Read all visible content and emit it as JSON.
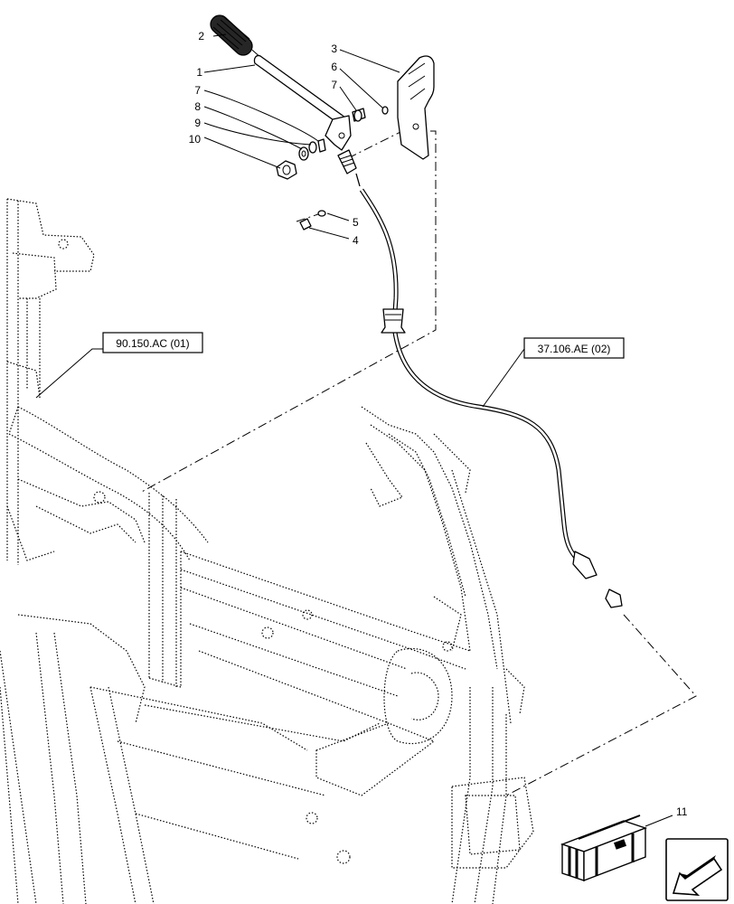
{
  "callouts": [
    "2",
    "1",
    "7",
    "8",
    "9",
    "10",
    "3",
    "6",
    "7",
    "5",
    "4",
    "11"
  ],
  "references": {
    "left": "90.150.AC (01)",
    "right": "37.106.AE (02)"
  },
  "icons": {
    "kit_box": "parts-kit-box-icon",
    "view_arrow": "view-direction-arrow-icon"
  }
}
